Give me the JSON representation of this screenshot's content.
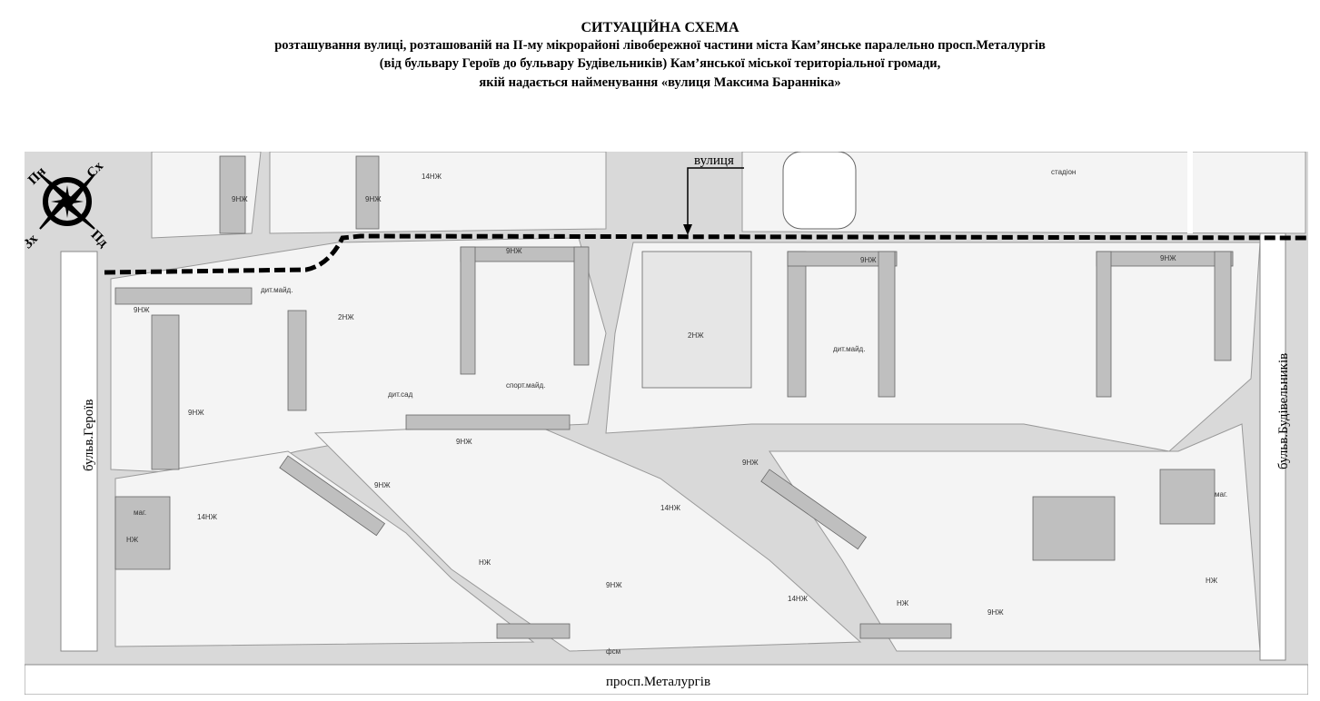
{
  "header": {
    "title": "СИТУАЦІЙНА СХЕМА",
    "line1": "розташування вулиці, розташованій на ІІ-му мікрорайоні лівобережної частини міста Кам’янське паралельно просп.Металургів",
    "line2": "(від бульвару Героїв до бульвару Будівельників) Кам’янської міської територіальної громади,",
    "line3": "якій надається найменування «вулиця Максима Баранніка»"
  },
  "compass": {
    "nw": "Пн",
    "ne": "Сх",
    "sw": "Зх",
    "se": "Пд"
  },
  "map": {
    "street_pointer_label": "вулиця",
    "west_boulevard": "бульв.Героїв",
    "east_boulevard": "бульв.Будівельників",
    "south_avenue": "просп.Металургів",
    "building_labels": [
      "9НЖ",
      "9НЖ",
      "9НЖ",
      "9НЖ",
      "9НЖ",
      "9НЖ",
      "9НЖ",
      "9НЖ",
      "9НЖ",
      "9НЖ",
      "9НЖ",
      "9НЖ",
      "14НЖ",
      "14НЖ",
      "14НЖ",
      "14НЖ",
      "2НЖ",
      "2НЖ",
      "НЖ",
      "НЖ",
      "НЖ",
      "НЖ",
      "дит.майд.",
      "дит.сад",
      "спорт.майд.",
      "дит.майд.",
      "стадіон",
      "маг.",
      "маг.",
      "фсм"
    ]
  }
}
